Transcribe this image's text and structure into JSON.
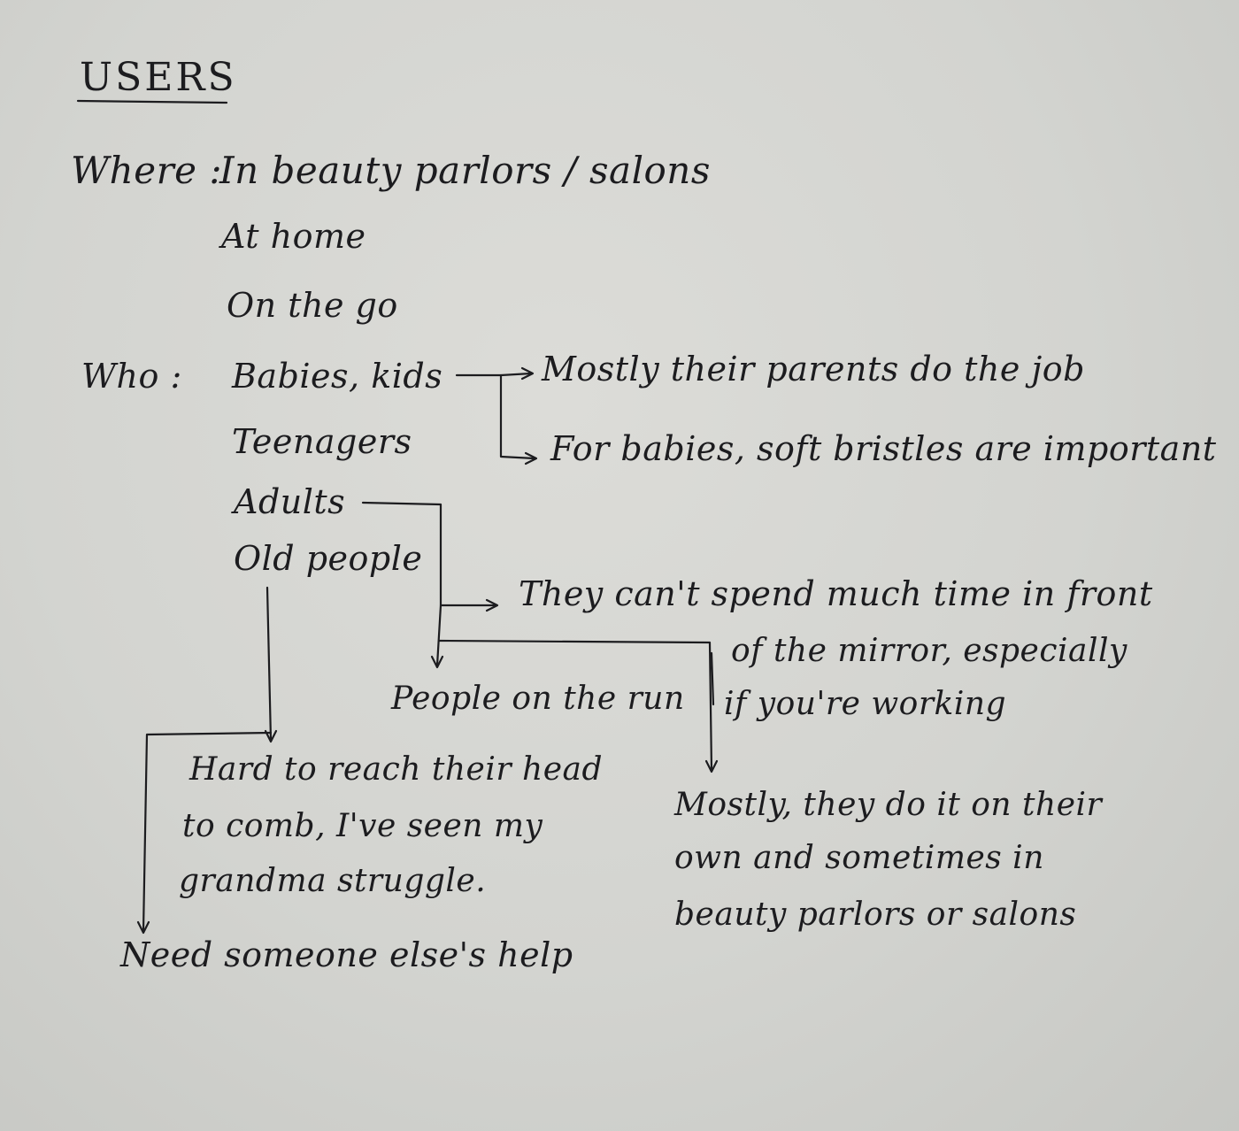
{
  "title": "USERS",
  "where": {
    "label": "Where :",
    "items": [
      "In beauty parlors / salons",
      "At home",
      "On the go"
    ]
  },
  "who": {
    "label": "Who :",
    "items": [
      "Babies, kids",
      "Teenagers",
      "Adults",
      "Old people"
    ]
  },
  "notes": {
    "parents": "Mostly their parents do the job",
    "bristles": "For babies, soft bristles are important",
    "mirror": [
      "They can't spend much time in front",
      "of the mirror, especially",
      "if you're working"
    ],
    "run": "People on the run",
    "reach": [
      "Hard to reach their head",
      "to comb, I've seen my",
      "grandma struggle."
    ],
    "help": "Need someone else's help",
    "own": [
      "Mostly, they do it on their",
      "own and sometimes in",
      "beauty parlors or salons"
    ]
  },
  "colors": {
    "ink": "#1c1c1f",
    "paper": "#d6d7d3"
  }
}
